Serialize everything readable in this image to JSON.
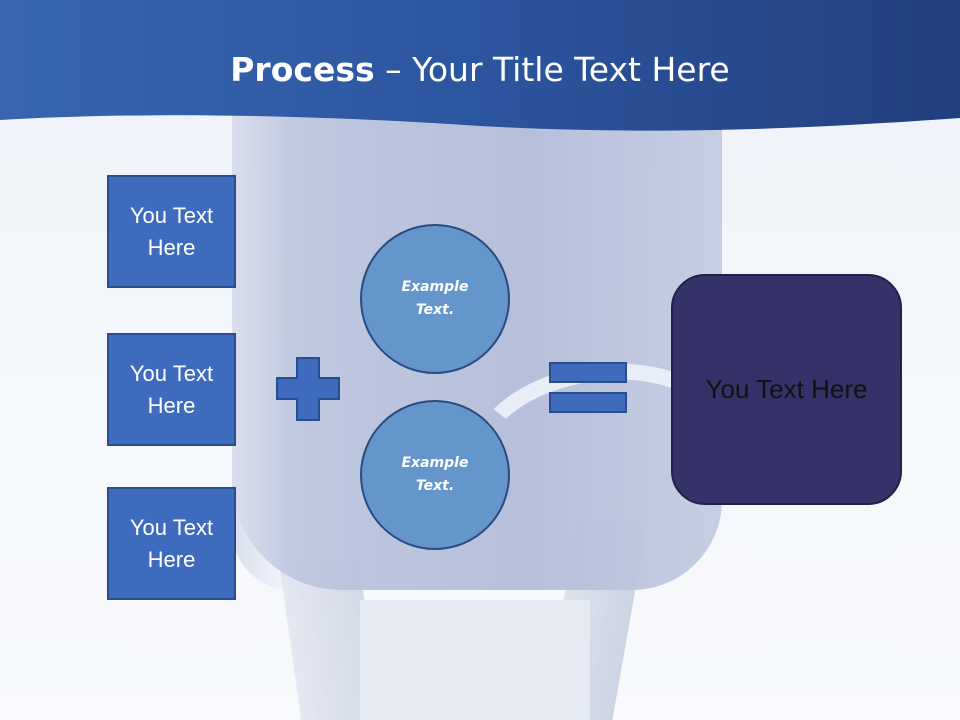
{
  "slide": {
    "title_bold": "Process",
    "title_rest": " – Your Title Text Here",
    "left_boxes": [
      {
        "label": "You Text Here"
      },
      {
        "label": "You Text Here"
      },
      {
        "label": "You Text Here"
      }
    ],
    "circles": [
      {
        "label": "Example Text."
      },
      {
        "label": "Example Text."
      }
    ],
    "operator_plus_icon": "plus-icon",
    "operator_equals_icon": "equals-icon",
    "result_box": {
      "label": "You Text Here"
    }
  },
  "colors": {
    "header_blue": "#2f5aa6",
    "box_blue": "#3e6bbd",
    "circle_blue": "#6496cb",
    "result_navy": "#343268"
  }
}
